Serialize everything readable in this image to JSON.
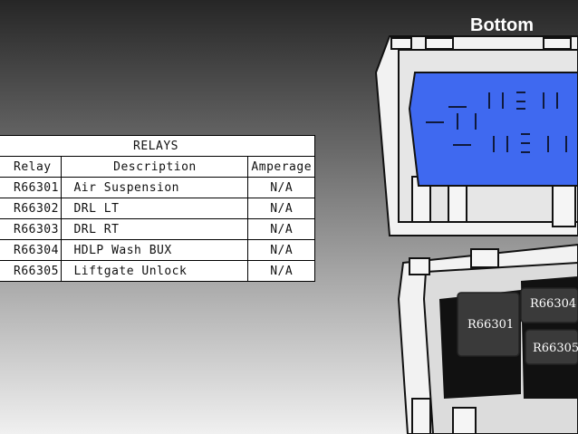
{
  "diagram": {
    "view_label": "Bottom",
    "relay_labels": [
      "R66301",
      "R66304",
      "R66305"
    ]
  },
  "table": {
    "title": "RELAYS",
    "headers": [
      "Relay",
      "Description",
      "Amperage"
    ],
    "rows": [
      [
        "R66301",
        "Air Suspension",
        "N/A"
      ],
      [
        "R66302",
        "DRL LT",
        "N/A"
      ],
      [
        "R66303",
        "DRL RT",
        "N/A"
      ],
      [
        "R66304",
        "HDLP Wash BUX",
        "N/A"
      ],
      [
        "R66305",
        "Liftgate Unlock",
        "N/A"
      ]
    ]
  },
  "colors": {
    "connector_face": "#3f69f0",
    "relay_body": "#3a3a3a",
    "housing": "#eeeeee"
  }
}
